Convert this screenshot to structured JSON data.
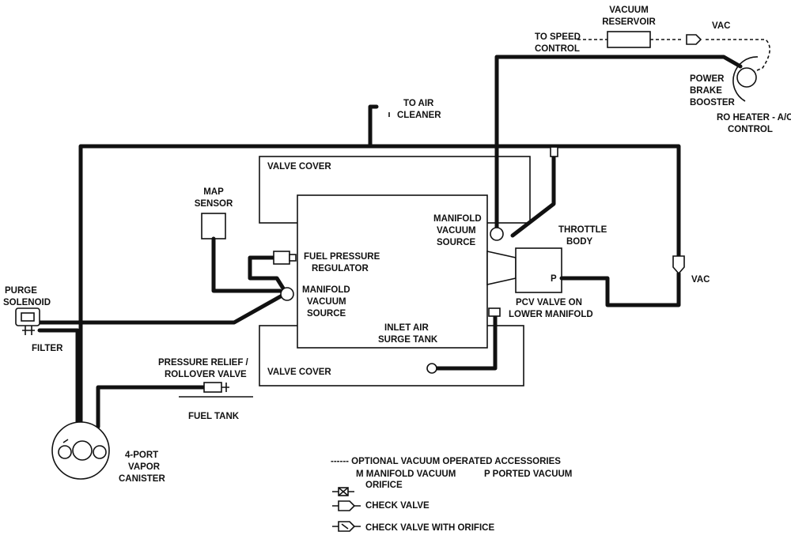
{
  "labels": {
    "vacuum_reservoir": [
      "VACUUM",
      "RESERVOIR"
    ],
    "vac_top": "VAC",
    "to_speed_control": [
      "TO SPEED",
      "CONTROL"
    ],
    "power_brake_booster": [
      "POWER",
      "BRAKE",
      "BOOSTER"
    ],
    "ro_heater": [
      "RO HEATER - A/C",
      "CONTROL"
    ],
    "to_air_cleaner": [
      "TO AIR",
      "CLEANER"
    ],
    "valve_cover_top": "VALVE COVER",
    "valve_cover_bottom": "VALVE COVER",
    "map_sensor": [
      "MAP",
      "SENSOR"
    ],
    "manifold_vacuum_source_right": [
      "MANIFOLD",
      "VACUUM",
      "SOURCE"
    ],
    "throttle_body": [
      "THROTTLE",
      "BODY"
    ],
    "fuel_pressure_regulator": [
      "FUEL PRESSURE",
      "REGULATOR"
    ],
    "manifold_vacuum_source_left": [
      "MANIFOLD",
      "VACUUM",
      "SOURCE"
    ],
    "p_marker": "P",
    "vac_right": "VAC",
    "purge_solenoid": [
      "PURGE",
      "SOLENOID"
    ],
    "pcv_valve": [
      "PCV VALVE ON",
      "LOWER MANIFOLD"
    ],
    "inlet_air_surge_tank": [
      "INLET AIR",
      "SURGE TANK"
    ],
    "filter": "FILTER",
    "pressure_relief": [
      "PRESSURE RELIEF /",
      "ROLLOVER VALVE"
    ],
    "fuel_tank": "FUEL TANK",
    "vapor_canister": [
      "4-PORT",
      "VAPOR",
      "CANISTER"
    ]
  },
  "legend": {
    "optional": "------ OPTIONAL VACUUM OPERATED ACCESSORIES",
    "m_label": "M   MANIFOLD VACUUM",
    "p_label": "P   PORTED VACUUM",
    "orifice": "ORIFICE",
    "check_valve": "CHECK VALVE",
    "check_valve_orifice": "CHECK VALVE WITH ORIFICE"
  }
}
